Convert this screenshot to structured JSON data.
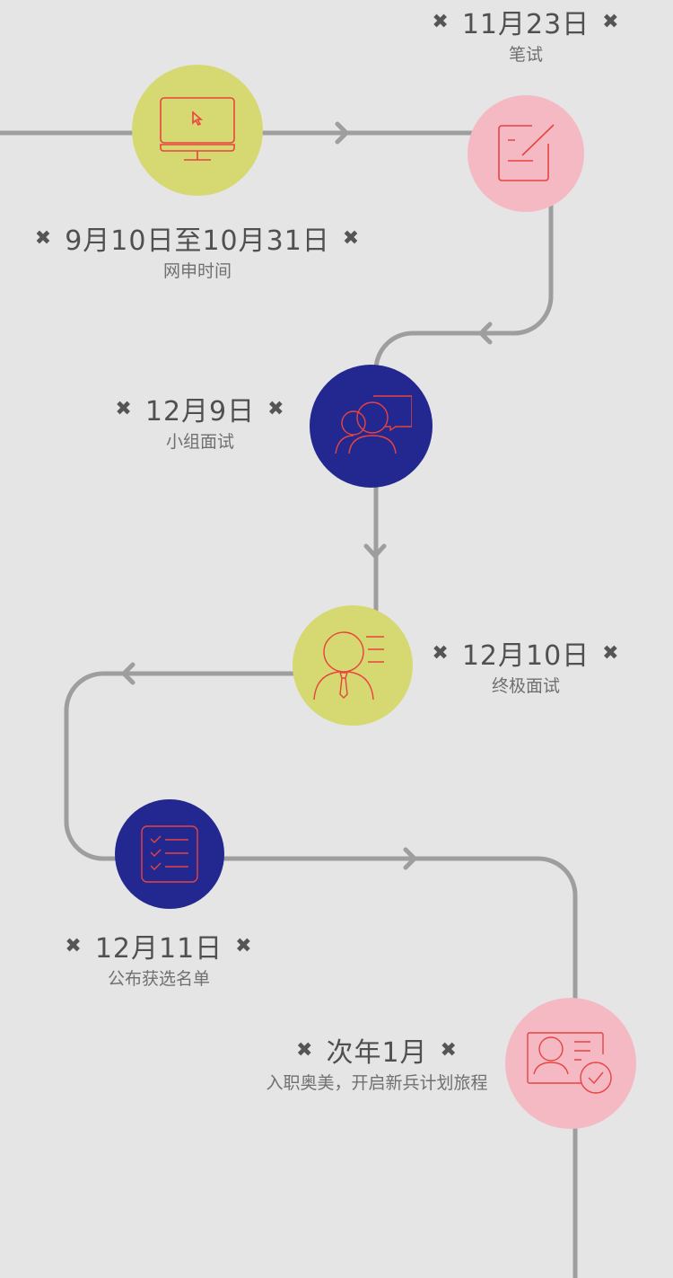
{
  "colors": {
    "yellow": "#d6d972",
    "pink": "#f5b9c4",
    "navy": "#22288f",
    "icon": "#e8433f",
    "track": "#9e9e9e"
  },
  "steps": [
    {
      "date": "9月10日至10月31日",
      "title": "网申时间",
      "icon": "monitor-icon"
    },
    {
      "date": "11月23日",
      "title": "笔试",
      "icon": "edit-icon"
    },
    {
      "date": "12月9日",
      "title": "小组面试",
      "icon": "group-chat-icon"
    },
    {
      "date": "12月10日",
      "title": "终极面试",
      "icon": "interviewer-icon"
    },
    {
      "date": "12月11日",
      "title": "公布获选名单",
      "icon": "checklist-icon"
    },
    {
      "date": "次年1月",
      "title": "入职奥美，开启新兵计划旅程",
      "icon": "id-card-check-icon"
    }
  ],
  "marker": "✖"
}
